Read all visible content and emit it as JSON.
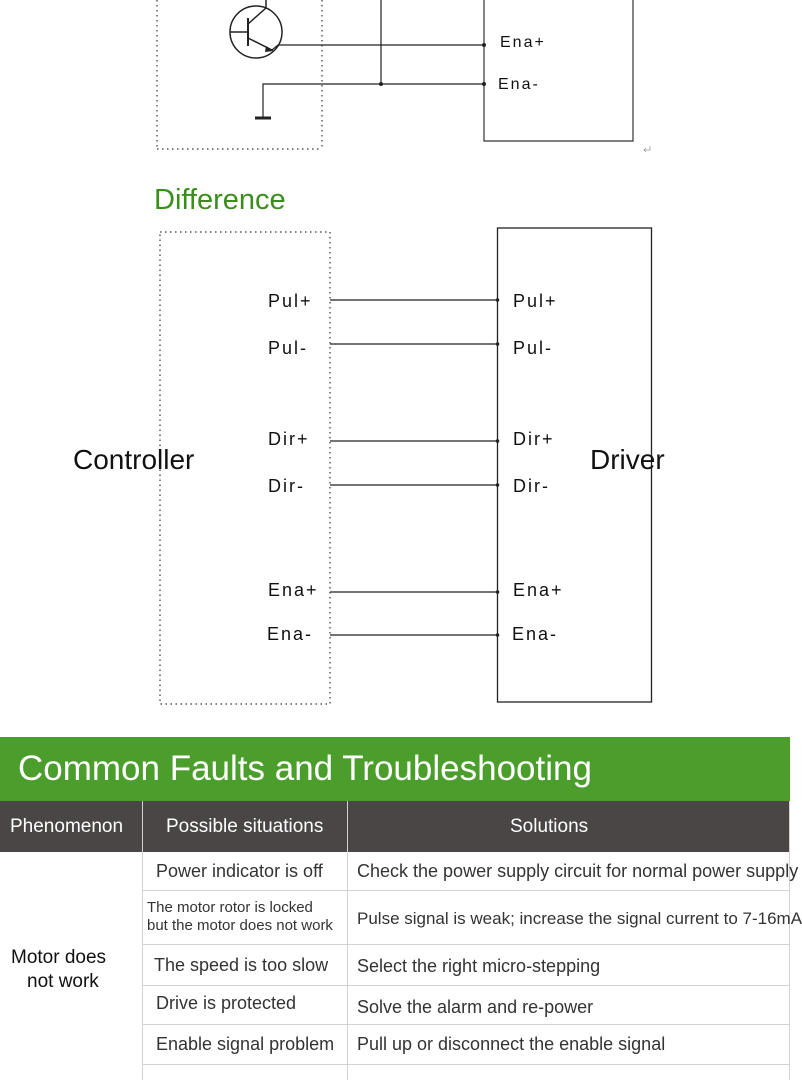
{
  "top_diagram": {
    "pins": [
      "Ena+",
      "Ena-"
    ]
  },
  "diff_diagram": {
    "title": "Difference",
    "controller_label": "Controller",
    "driver_label": "Driver",
    "controller_pins": [
      "Pul+",
      "Pul-",
      "Dir+",
      "Dir-",
      "Ena+",
      "Ena-"
    ],
    "driver_pins": [
      "Pul+",
      "Pul-",
      "Dir+",
      "Dir-",
      "Ena+",
      "Ena-"
    ]
  },
  "faults": {
    "title": "Common Faults and Troubleshooting",
    "headers": [
      "Phenomenon",
      "Possible situations",
      "Solutions"
    ],
    "phenomenon_lines": [
      "Motor does",
      "not work"
    ],
    "rows": [
      {
        "situation": "Power indicator is off",
        "solution": "Check the power supply circuit for normal power supply"
      },
      {
        "situation_lines": [
          "The motor rotor is locked",
          "but the motor does not work"
        ],
        "solution": "Pulse signal is weak; increase the signal current to 7-16mA"
      },
      {
        "situation": "The speed is too slow",
        "solution": "Select the right micro-stepping"
      },
      {
        "situation": "Drive is protected",
        "solution": "Solve the alarm and re-power"
      },
      {
        "situation": "Enable signal problem",
        "solution": "Pull up or disconnect the enable signal"
      }
    ]
  },
  "colors": {
    "green_band": "#4c9e2c",
    "title_green": "#3a8f1c",
    "header_dark": "#4a4646"
  }
}
